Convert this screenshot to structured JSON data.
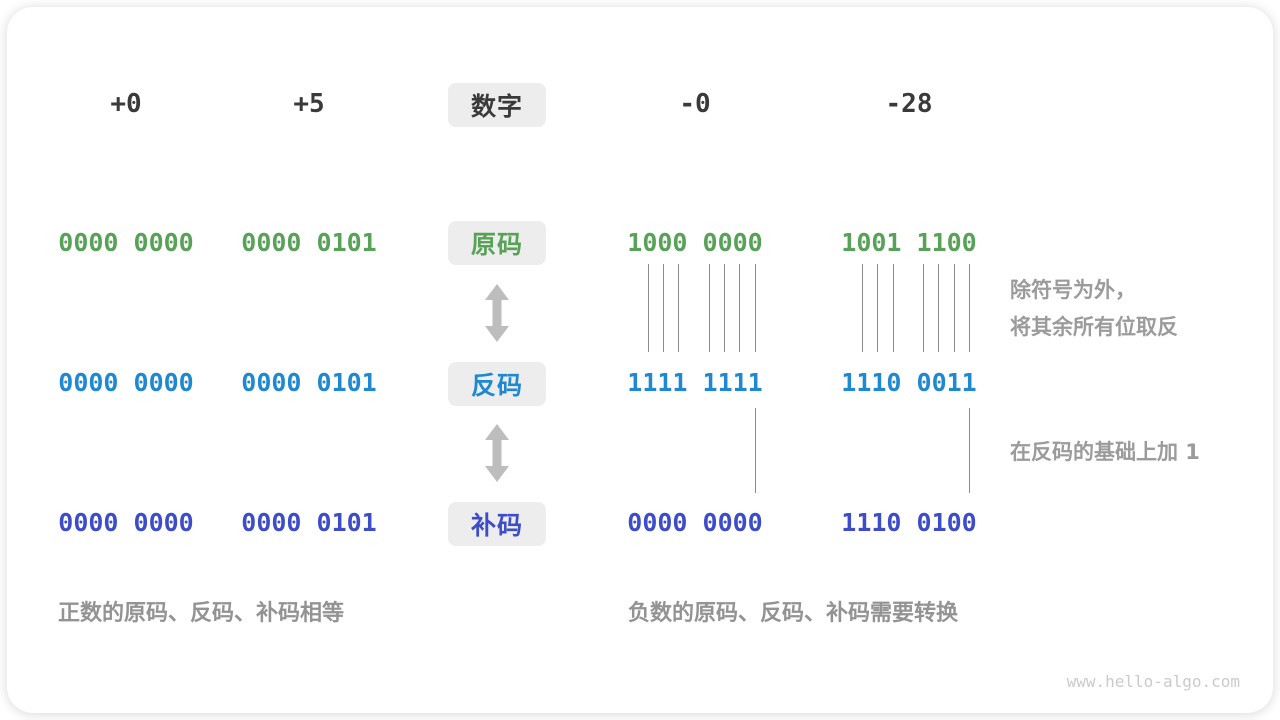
{
  "header": {
    "values": [
      "+0",
      "+5",
      "-0",
      "-28"
    ],
    "label": "数字"
  },
  "rows": [
    {
      "label": "原码",
      "values": [
        "0000 0000",
        "0000 0101",
        "1000 0000",
        "1001 1100"
      ]
    },
    {
      "label": "反码",
      "values": [
        "0000 0000",
        "0000 0101",
        "1111 1111",
        "1110 0011"
      ]
    },
    {
      "label": "补码",
      "values": [
        "0000 0000",
        "0000 0101",
        "0000 0000",
        "1110 0100"
      ]
    }
  ],
  "annotations": {
    "flip_line1": "除符号为外，",
    "flip_line2": "将其余所有位取反",
    "add_one": "在反码的基础上加 1"
  },
  "captions": {
    "positive": "正数的原码、反码、补码相等",
    "negative": "负数的原码、反码、补码需要转换"
  },
  "watermark": "www.hello-algo.com",
  "colors": {
    "sign_magnitude_green": "#57A257",
    "ones_complement_blue": "#1E88D2",
    "twos_complement_indigo": "#3D4DC9",
    "header_dark": "#3A3A3A",
    "annotation_grey": "#9B9B9B",
    "label_box_bg": "#EDEDED",
    "arrow_grey": "#BDBDBD",
    "watermark_grey": "#CBCBCB"
  }
}
